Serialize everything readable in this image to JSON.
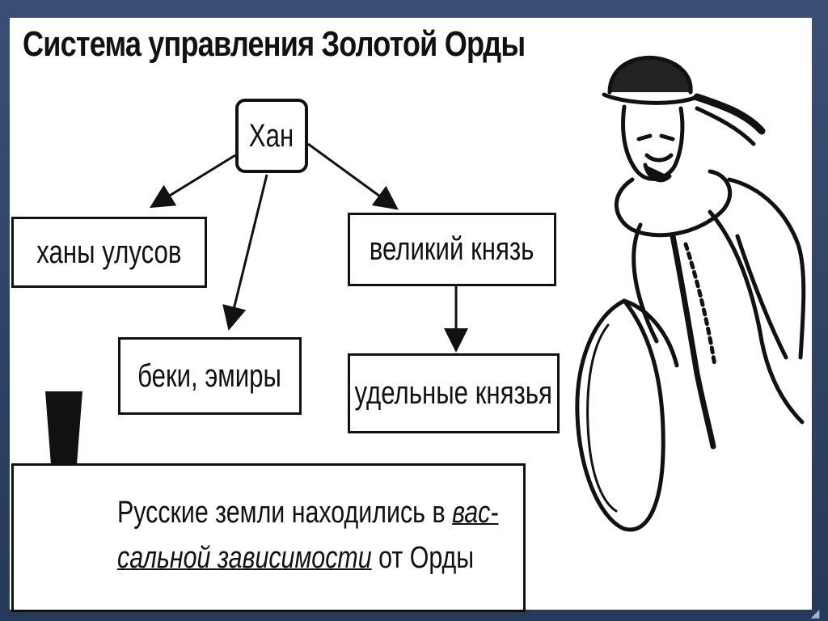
{
  "slide": {
    "title": "Система управления Золотой Орды",
    "nodes": {
      "khan": "Хан",
      "ulus_khans": "ханы улусов",
      "grand_prince": "великий князь",
      "beks_emirs": "беки, эмиры",
      "appanage_princes": "удельные князья"
    },
    "note": {
      "line1_plain": "Русские земли находились в ",
      "line1_em": "вас-",
      "line2_em": "сальной зависимости",
      "line2_plain": " от Орды"
    }
  },
  "colors": {
    "frame": "#2c3e5c",
    "slide_bg": "#ffffff",
    "ink": "#111111"
  },
  "icons": [
    "exclamation-icon",
    "mongol-warrior-illustration",
    "corner-arrow-icon"
  ]
}
